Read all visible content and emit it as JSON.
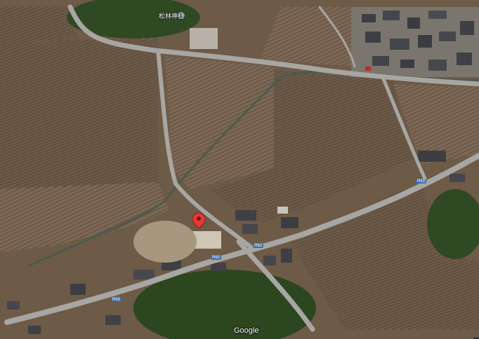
{
  "map": {
    "type": "satellite",
    "poi_label": "松林神社",
    "poi_icon": "pin-icon",
    "marker_icon": "map-marker-icon",
    "destination_label": "",
    "google_logo": "Google",
    "attribution": "",
    "route_labels": [
      "R63",
      "R63",
      "R63",
      "R63"
    ],
    "colors": {
      "marker": "#e53935",
      "field_dark": "#5b4a3c",
      "field_light": "#8a7560",
      "road": "#9a9895",
      "vegetation": "#3e5a2c",
      "route_shield": "#3a6fb0"
    }
  }
}
